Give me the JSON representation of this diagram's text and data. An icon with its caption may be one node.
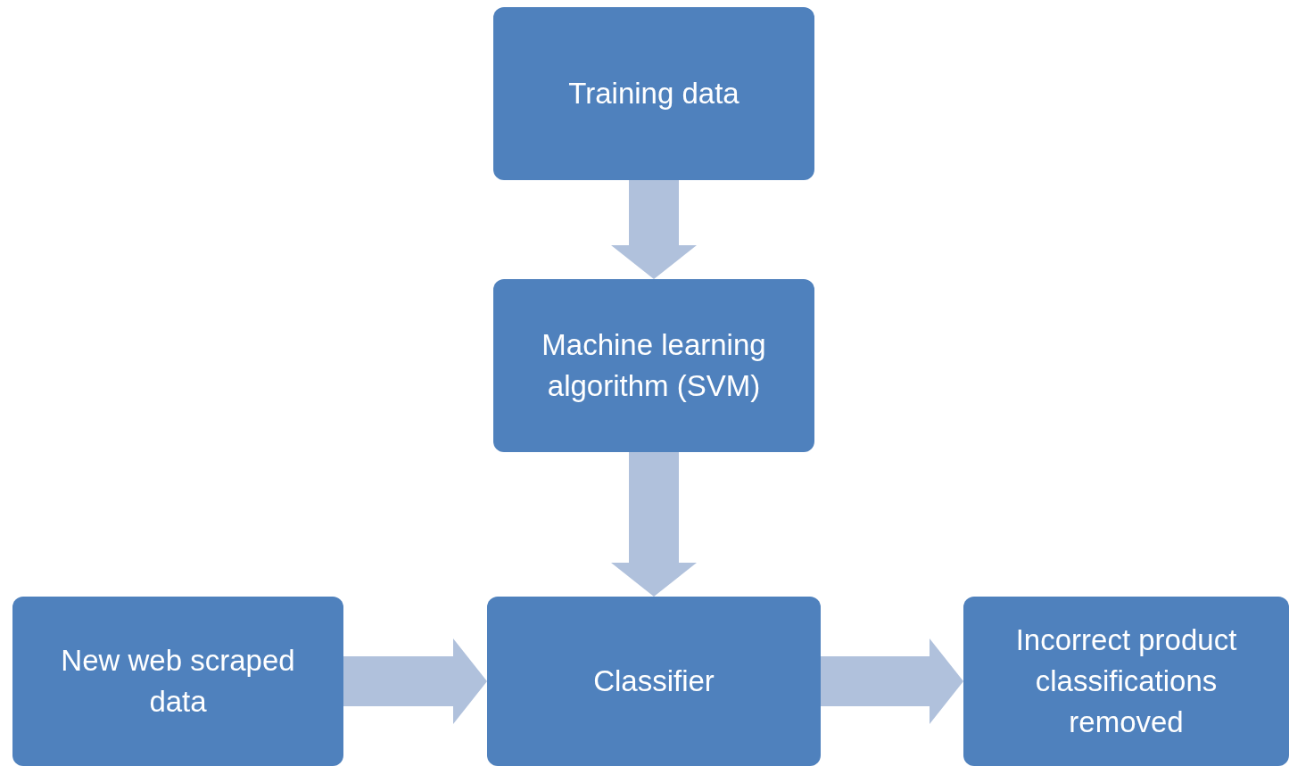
{
  "diagram": {
    "nodes": [
      {
        "text": [
          "Training data"
        ]
      },
      {
        "text": [
          "Machine learning algorithm (SVM)"
        ]
      },
      {
        "text": [
          "New web scraped data"
        ]
      },
      {
        "text": [
          "Classifier"
        ]
      },
      {
        "text": [
          "Incorrect product classifications removed"
        ]
      }
    ],
    "edges": [
      {
        "from": 0,
        "to": 1,
        "arrow": "to"
      },
      {
        "from": 1,
        "to": 3,
        "arrow": "to"
      },
      {
        "from": 2,
        "to": 3,
        "arrow": "to"
      },
      {
        "from": 3,
        "to": 4,
        "arrow": "to"
      }
    ]
  }
}
